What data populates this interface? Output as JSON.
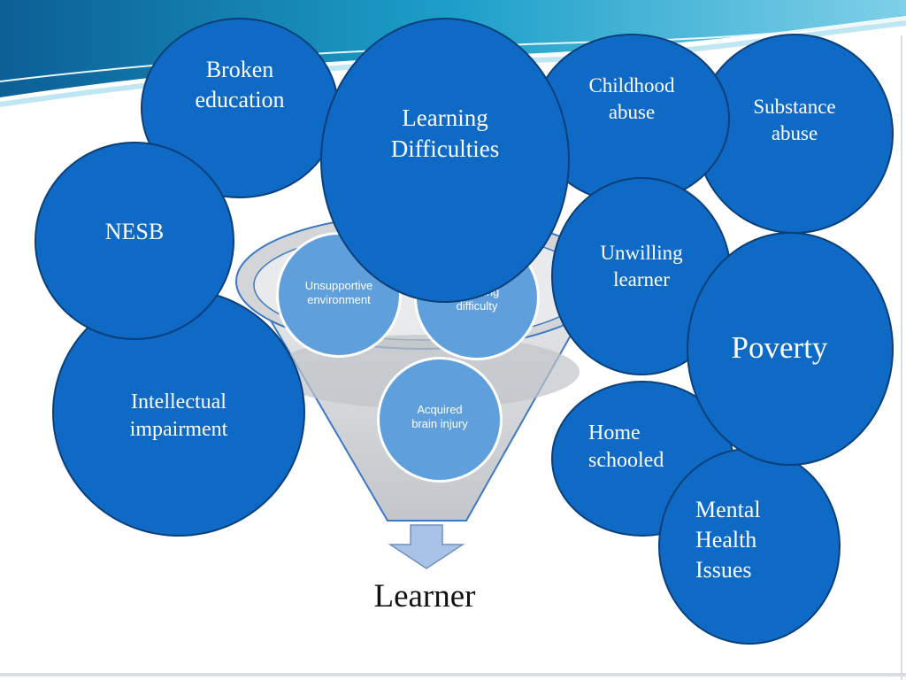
{
  "colors": {
    "bubble_fill": "#0f6ac6",
    "bubble_border": "#0b3f78",
    "funnel_circle_fill": "#5f9fdc",
    "funnel_body": "#cfd1d4",
    "arrow_fill": "#a9c3e6"
  },
  "funnel": {
    "circles": {
      "unsupportive": "Unsupportive environment",
      "learning": "Learning difficulty",
      "acquired": "Acquired brain injury"
    },
    "output_label": "Learner"
  },
  "bubbles": {
    "broken_education": "Broken education",
    "learning_difficulties": "Learning Difficulties",
    "childhood_abuse": "Childhood abuse",
    "substance_abuse": "Substance abuse",
    "nesb": "NESB",
    "unwilling_learner": "Unwilling learner",
    "poverty": "Poverty",
    "intellectual_impairment": "Intellectual impairment",
    "home_schooled": "Home schooled",
    "mental_health": "Mental Health Issues"
  }
}
